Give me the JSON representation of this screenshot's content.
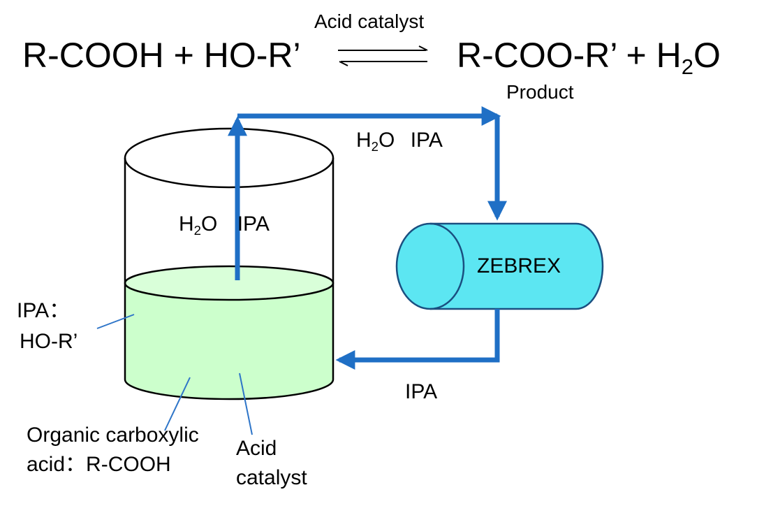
{
  "equation": {
    "reactants": "R-COOH + HO-R’",
    "catalyst": "Acid catalyst",
    "products_prefix": "R-COO-R’ + H",
    "water_subscript": "2",
    "water_suffix": "O",
    "product_label": "Product"
  },
  "vapor_top": {
    "water_h": "H",
    "water_sub": "2",
    "water_o": "O",
    "ipa": "IPA"
  },
  "vapor_in_vessel": {
    "water_h": "H",
    "water_sub": "2",
    "water_o": "O",
    "ipa": "IPA"
  },
  "membrane": {
    "label": "ZEBREX"
  },
  "return_flow": {
    "label": "IPA"
  },
  "liquid_labels": {
    "ipa_line1": "IPA：",
    "ipa_line2": "HO-R’",
    "acid_line1": "Organic carboxylic",
    "acid_line2": "acid：R-COOH",
    "catalyst_line1": "Acid",
    "catalyst_line2": "catalyst"
  },
  "colors": {
    "flow_arrow": "#1f6fc5",
    "liquid_fill": "#ccffcc",
    "membrane_fill": "#5ce6f2",
    "membrane_stroke": "#1a4f80",
    "leader_line": "#2e75c8"
  }
}
